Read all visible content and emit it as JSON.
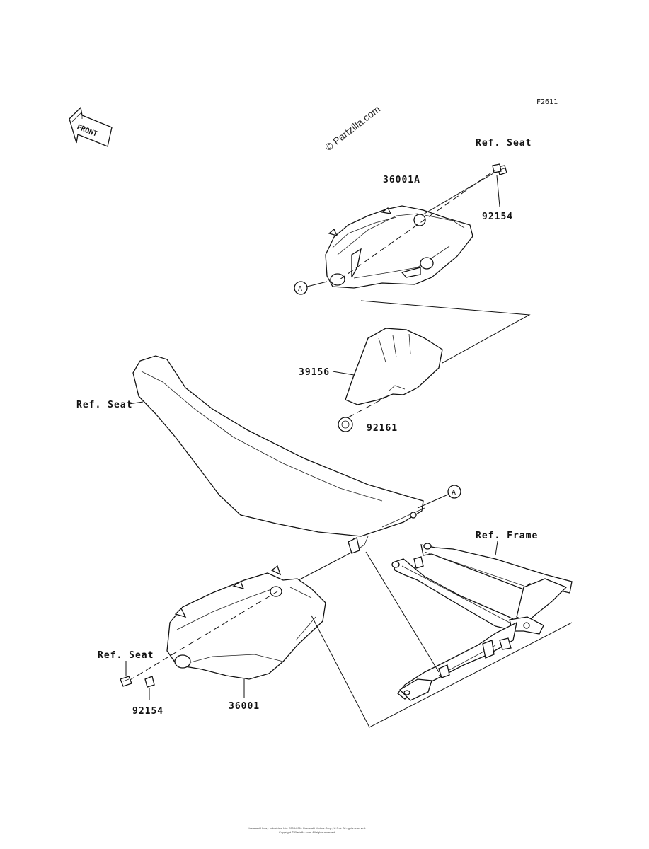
{
  "figure_code": "F2611",
  "watermark": "© Partzilla.com",
  "front_label": "FRONT",
  "callout_letter": "A",
  "parts": {
    "cover_upper": "36001A",
    "bolt_upper_ref": "Ref. Seat",
    "bolt_upper": "92154",
    "pad": "39156",
    "damper": "92161",
    "seat_ref": "Ref. Seat",
    "frame_ref": "Ref. Frame",
    "bolt_lower_ref": "Ref. Seat",
    "bolt_lower": "92154",
    "cover_lower": "36001"
  },
  "footer": {
    "line1": "Kawasaki Heavy Industries, Ltd. 2008-2011 Kawasaki Motors Corp., U.S.A. All rights reserved.",
    "line2": "Copyright © Partzilla.com. All rights reserved."
  }
}
